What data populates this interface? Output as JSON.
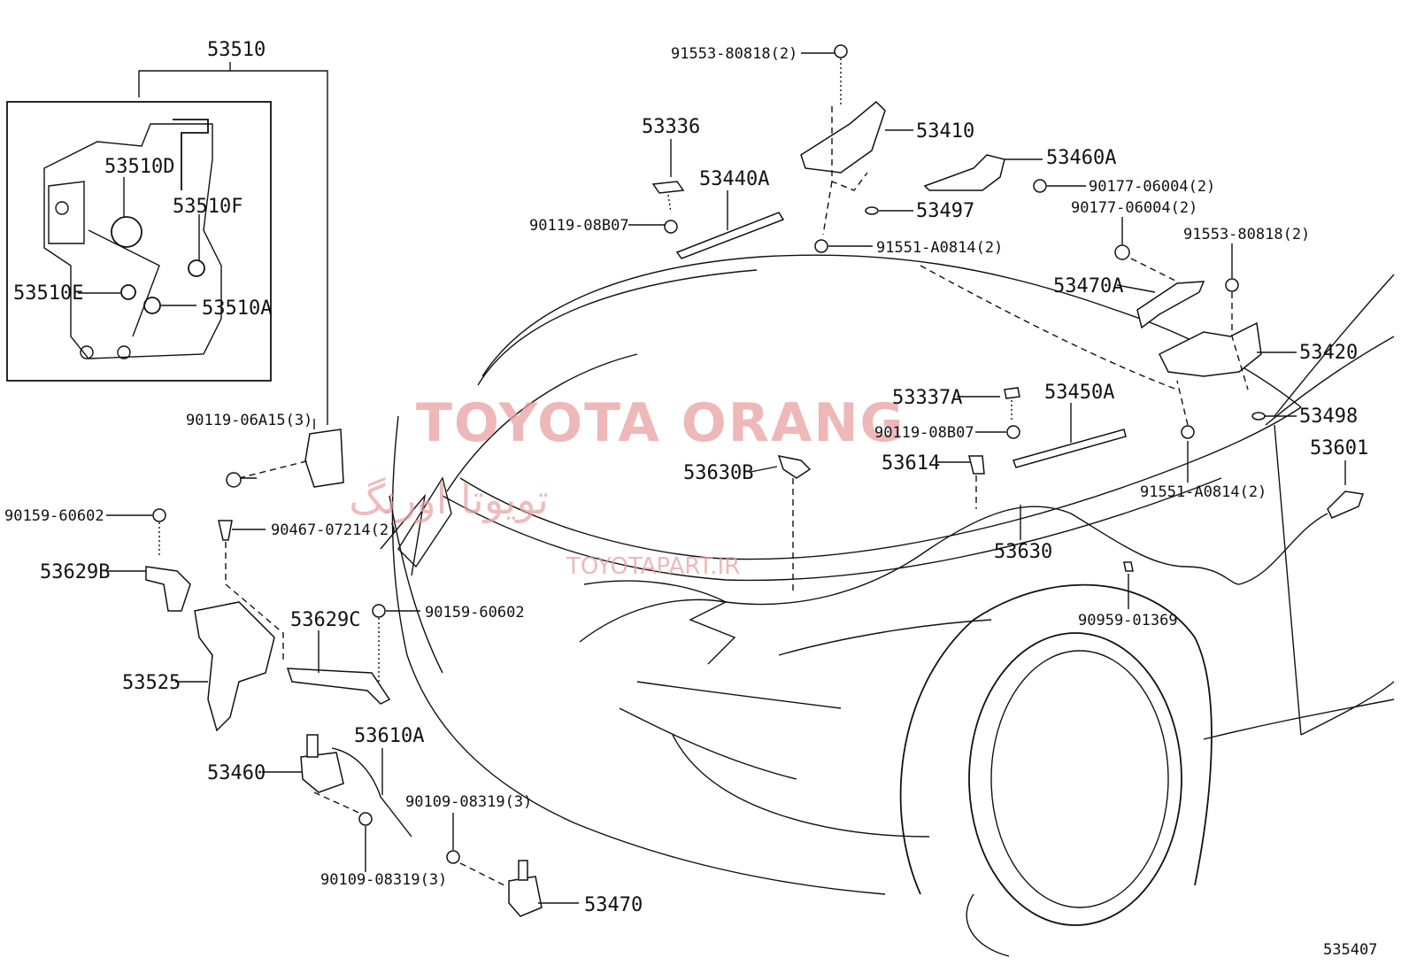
{
  "diagram_id": "535407",
  "watermark": {
    "brand": "TOYOTA ORANG",
    "brand_fa": "تویوتا اورنگ",
    "site": "TOYOTAPART.IR"
  },
  "labels": {
    "l53510": "53510",
    "l53510D": "53510D",
    "l53510F": "53510F",
    "l53510E": "53510E",
    "l53510A": "53510A",
    "l90119_06A15": "90119-06A15(3)",
    "l90159_60602_top": "90159-60602",
    "l90467_07214": "90467-07214(2)",
    "l53629B": "53629B",
    "l53525": "53525",
    "l53629C": "53629C",
    "l90159_60602_mid": "90159-60602",
    "l53460": "53460",
    "l53610A": "53610A",
    "l90109_08319_right": "90109-08319(3)",
    "l90109_08319_left": "90109-08319(3)",
    "l53470": "53470",
    "l91553_80818_top": "91553-80818(2)",
    "l53336": "53336",
    "l53440A": "53440A",
    "l90119_08B07_left": "90119-08B07",
    "l53410": "53410",
    "l53460A": "53460A",
    "l90177_06004_a": "90177-06004(2)",
    "l90177_06004_b": "90177-06004(2)",
    "l53497": "53497",
    "l91551_A0814_top": "91551-A0814(2)",
    "l91553_80818_right": "91553-80818(2)",
    "l53470A": "53470A",
    "l53420": "53420",
    "l53337A": "53337A",
    "l53450A": "53450A",
    "l90119_08B07_right": "90119-08B07",
    "l53498": "53498",
    "l53630B": "53630B",
    "l53614": "53614",
    "l53601": "53601",
    "l91551_A0814_right": "91551-A0814(2)",
    "l53630": "53630",
    "l90959_01369": "90959-01369"
  }
}
